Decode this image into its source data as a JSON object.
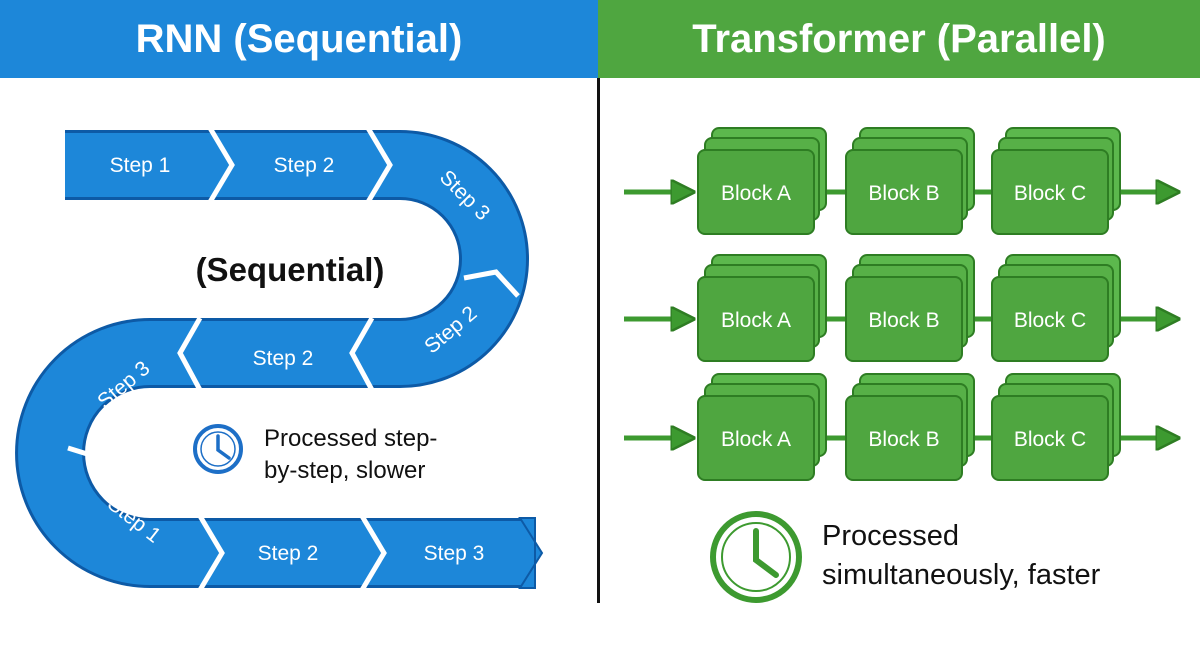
{
  "rnn": {
    "title": "RNN (Sequential)",
    "center_label": "(Sequential)",
    "steps": [
      "Step 1",
      "Step 2",
      "Step 3",
      "Step 2",
      "Step 2",
      "Step 3",
      "Step 1",
      "Step 2",
      "Step 3"
    ],
    "note_line1": "Processed step-",
    "note_line2": "by-step, slower",
    "note_icon": "clock-icon"
  },
  "transformer": {
    "title": "Transformer (Parallel)",
    "rows": [
      [
        "Block A",
        "Block B",
        "Block C"
      ],
      [
        "Block A",
        "Block B",
        "Block C"
      ],
      [
        "Block A",
        "Block B",
        "Block C"
      ]
    ],
    "note_line1": "Processed",
    "note_line2": "simultaneously, faster",
    "note_icon": "clock-icon"
  },
  "colors": {
    "rnn_blue": "#1d87d9",
    "rnn_dark": "#0d5aa6",
    "transformer_green": "#4fa640",
    "transformer_dark": "#2e7d23"
  }
}
